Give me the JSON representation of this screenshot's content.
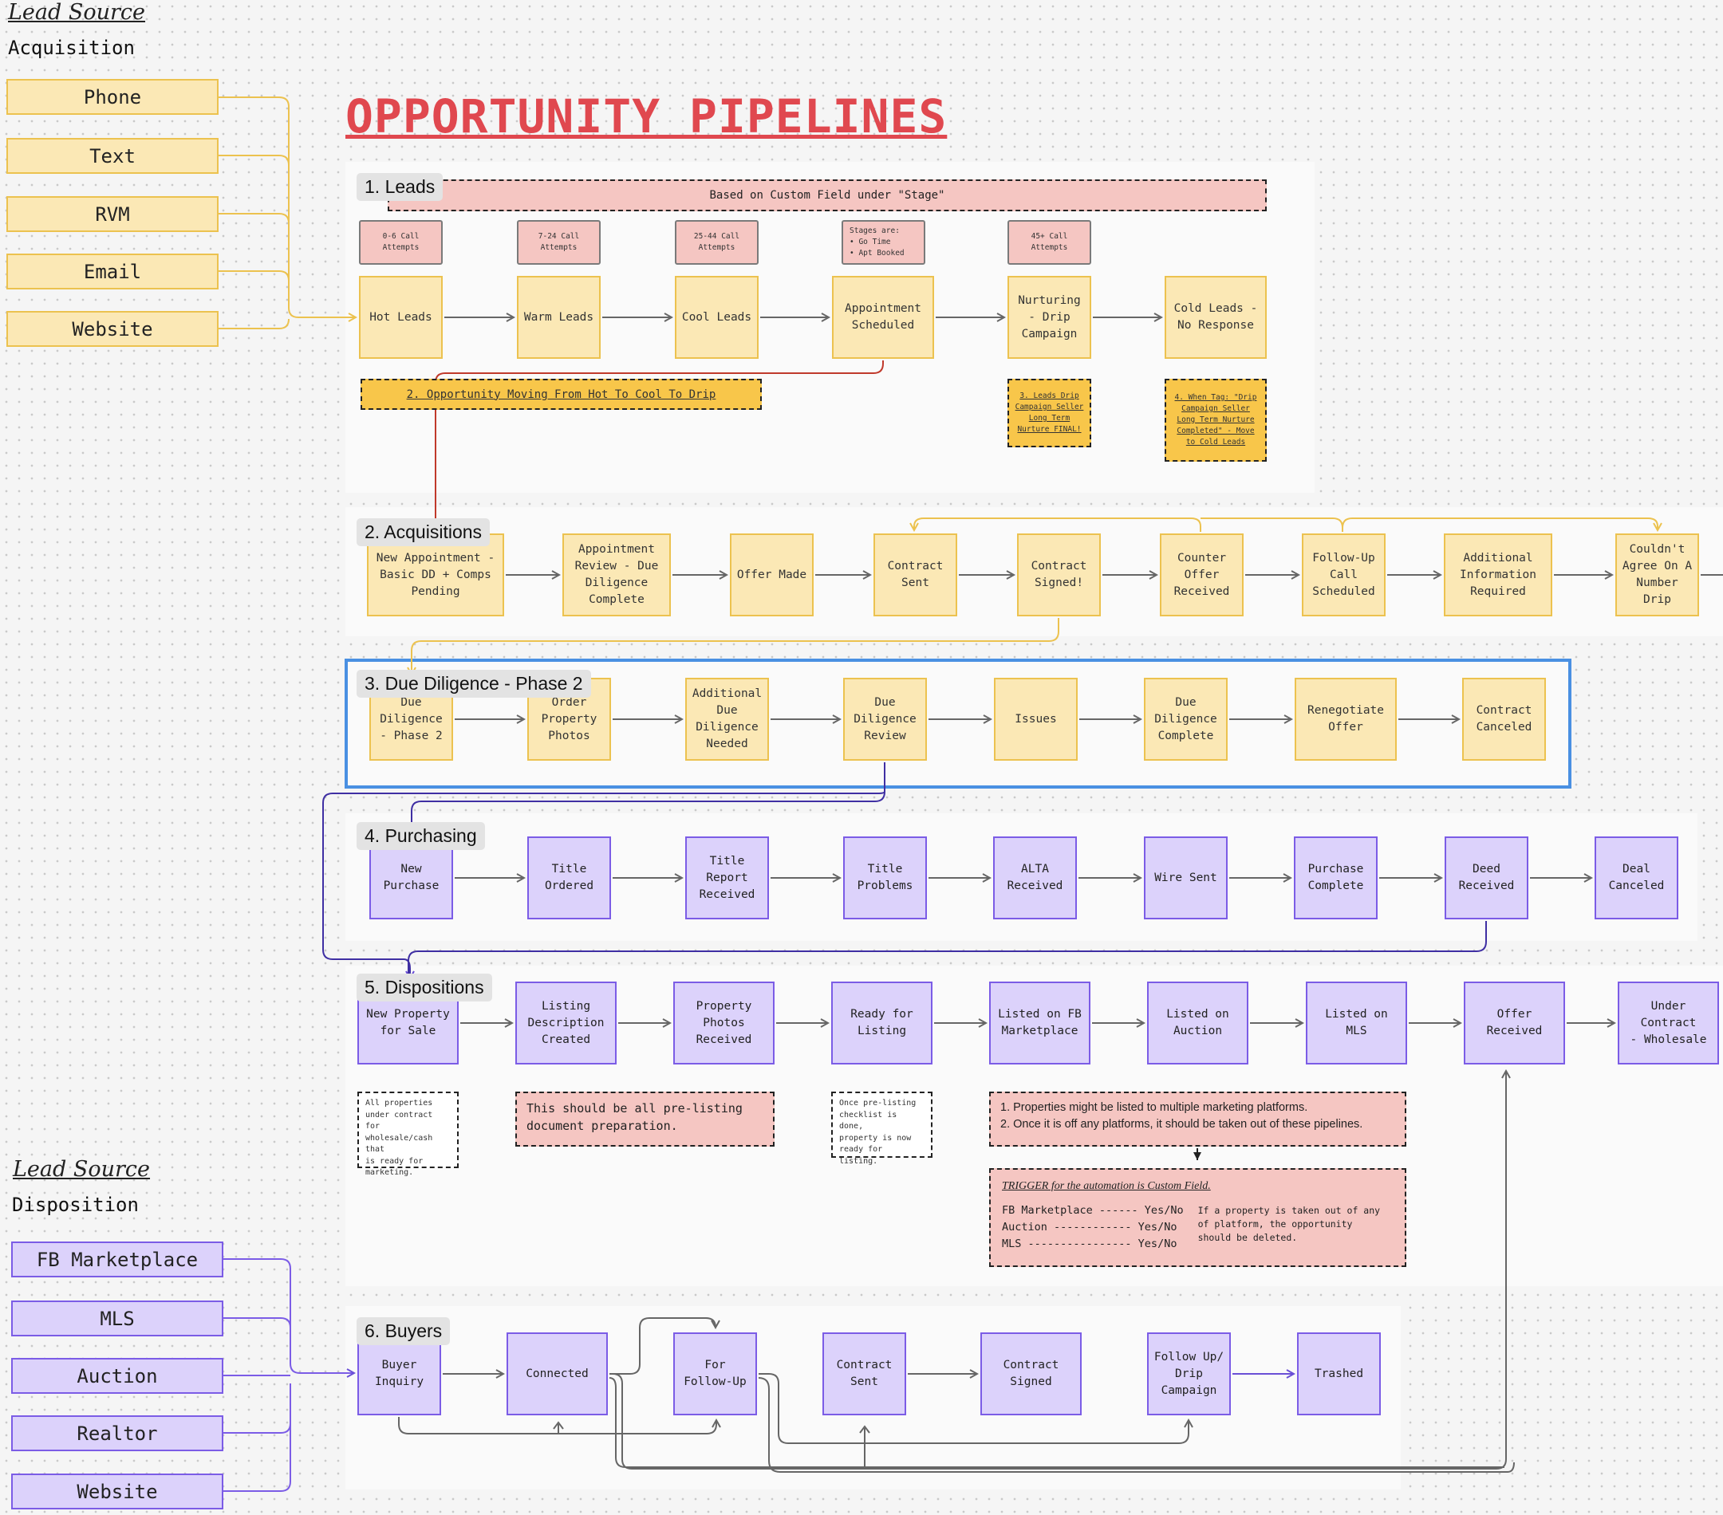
{
  "lead_source_top": {
    "title": "Lead Source",
    "subtitle": "Acquisition",
    "items": [
      "Phone",
      "Text",
      "RVM",
      "Email",
      "Website"
    ]
  },
  "lead_source_bottom": {
    "title": "Lead Source",
    "subtitle": "Disposition",
    "items": [
      "FB Marketplace",
      "MLS",
      "Auction",
      "Realtor",
      "Website"
    ]
  },
  "page_title": "OPPORTUNITY PIPELINES",
  "colors": {
    "title_red": "#e0484f",
    "stage_yellow": "#fbe8b5",
    "stage_yellow_border": "#ecc24f",
    "stage_purple": "#dcd2fb",
    "stage_purple_border": "#7b5ce6",
    "note_pink": "#f5c6c2",
    "note_gold": "#f8c64a",
    "selection_blue": "#4a90e2"
  },
  "leads": {
    "label": "1. Leads",
    "banner": "Based on Custom Field under \"Stage\"",
    "attempt_notes": [
      "0-6 Call\nAttempts",
      "7-24 Call\nAttempts",
      "25-44 Call\nAttempts",
      "Stages are:\n• Go Time\n• Apt Booked",
      "45+ Call\nAttempts"
    ],
    "stages": [
      "Hot Leads",
      "Warm Leads",
      "Cool Leads",
      "Appointment\nScheduled",
      "Nurturing\n- Drip\nCampaign",
      "Cold Leads -\nNo Response"
    ],
    "note_opportunity": "2. Opportunity Moving From Hot To Cool To Drip",
    "note_drip": "3. Leads Drip\nCampaign Seller\nLong Term\nNurture FINAL!",
    "note_tag": "4. When Tag: \"Drip\nCampaign Seller\nLong Term Nurture\nCompleted\" - Move\nto Cold Leads"
  },
  "acquisitions": {
    "label": "2. Acquisitions",
    "stages": [
      "New Appointment -\nBasic DD + Comps\nPending",
      "Appointment\nReview - Due\nDiligence\nComplete",
      "Offer Made",
      "Contract\nSent",
      "Contract\nSigned!",
      "Counter\nOffer\nReceived",
      "Follow-Up\nCall\nScheduled",
      "Additional\nInformation\nRequired",
      "Couldn't\nAgree On A\nNumber\nDrip"
    ]
  },
  "due_diligence": {
    "label": "3. Due Diligence - Phase 2",
    "stages": [
      "Due\nDiligence\n- Phase 2",
      "Order\nProperty\nPhotos",
      "Additional\nDue\nDiligence\nNeeded",
      "Due\nDiligence\nReview",
      "Issues",
      "Due\nDiligence\nComplete",
      "Renegotiate\nOffer",
      "Contract\nCanceled"
    ]
  },
  "purchasing": {
    "label": "4. Purchasing",
    "stages": [
      "New\nPurchase",
      "Title\nOrdered",
      "Title\nReport\nReceived",
      "Title\nProblems",
      "ALTA\nReceived",
      "Wire Sent",
      "Purchase\nComplete",
      "Deed\nReceived",
      "Deal\nCanceled"
    ]
  },
  "dispositions": {
    "label": "5. Dispositions",
    "stages": [
      "New Property\nfor Sale",
      "Listing\nDescription\nCreated",
      "Property\nPhotos\nReceived",
      "Ready for\nListing",
      "Listed on FB\nMarketplace",
      "Listed on\nAuction",
      "Listed on\nMLS",
      "Offer\nReceived",
      "Under\nContract\n- Wholesale"
    ],
    "note_properties": "All properties\nunder contract for\nwholesale/cash that\nis ready for\nmarketing.",
    "note_prelisting": "This should be all pre-listing\ndocument preparation.",
    "note_checklist": "Once pre-listing\nchecklist is done,\nproperty is now\nready for listing.",
    "note_platforms": "1. Properties might be listed to multiple marketing platforms.\n2. Once it is off any platforms, it should be taken out of these pipelines.",
    "trigger_title": "TRIGGER for the automation is Custom Field.",
    "trigger_fields": "FB Marketplace ------ Yes/No\nAuction ------------ Yes/No\nMLS ---------------- Yes/No",
    "trigger_note": "If a property is taken out of any of platform, the opportunity should be deleted."
  },
  "buyers": {
    "label": "6. Buyers",
    "stages": [
      "Buyer\nInquiry",
      "Connected",
      "For\nFollow-Up",
      "Contract\nSent",
      "Contract\nSigned",
      "Follow Up/\nDrip\nCampaign",
      "Trashed"
    ]
  }
}
